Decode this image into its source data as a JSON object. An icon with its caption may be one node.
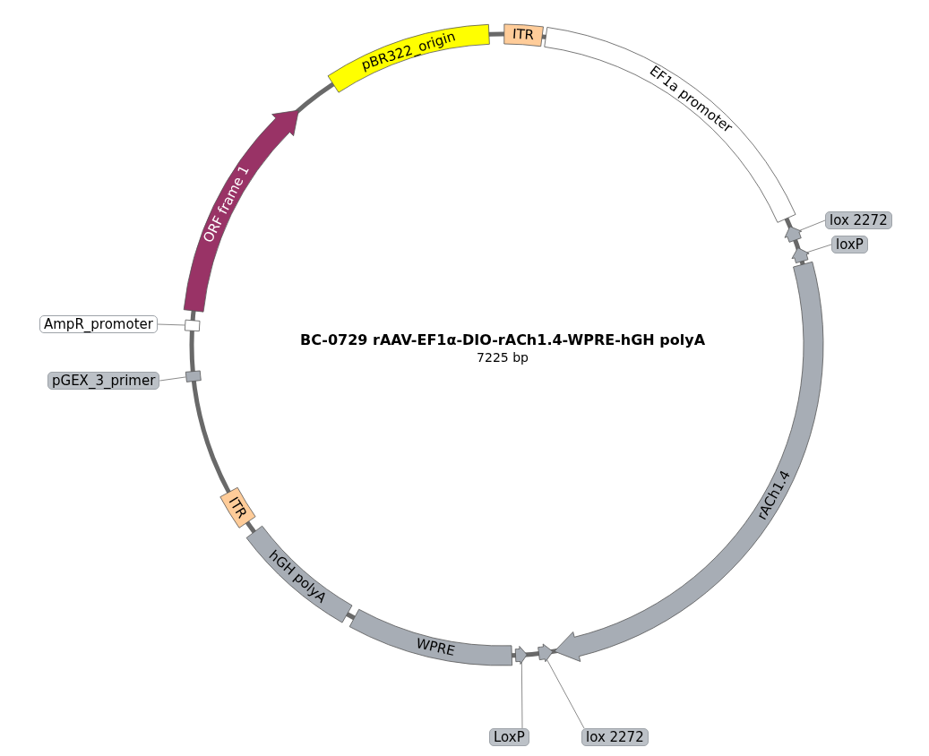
{
  "diagram": {
    "title": "BC-0729 rAAV-EF1α-DIO-rACh1.4-WPRE-hGH polyA",
    "nodes": [
      {
        "text": [
          "pBR322_origin"
        ]
      },
      {
        "text": [
          "ITR"
        ]
      },
      {
        "text": [
          "EF1a promoter"
        ]
      },
      {
        "text": [
          "lox 2272"
        ]
      },
      {
        "text": [],
        "shape": "arrow"
      },
      {
        "text": [
          "loxP"
        ]
      },
      {
        "text": [],
        "shape": "arrow"
      },
      {
        "text": [
          "ORF frame 1"
        ]
      },
      {
        "text": [
          "AmpR_promoter"
        ]
      },
      {
        "text": [],
        "shape": "box"
      },
      {
        "text": [
          "pGEX_3_primer"
        ]
      },
      {
        "text": [],
        "shape": "box"
      },
      {
        "text": [
          "rACh1.4"
        ]
      },
      {
        "text": [
          "ITR"
        ]
      },
      {
        "text": [
          "hGH polyA"
        ]
      },
      {
        "text": [
          "WPRE"
        ]
      },
      {
        "text": [],
        "shape": "arrow"
      },
      {
        "text": [],
        "shape": "arrow"
      },
      {
        "text": [
          "LoxP"
        ]
      },
      {
        "text": [
          "lox 2272"
        ]
      }
    ],
    "edges": [
      {
        "from": 3,
        "to": 4,
        "arrow": "none"
      },
      {
        "from": 5,
        "to": 6,
        "arrow": "none"
      },
      {
        "from": 8,
        "to": 9,
        "arrow": "none"
      },
      {
        "from": 10,
        "to": 11,
        "arrow": "none"
      },
      {
        "from": 18,
        "to": 16,
        "arrow": "none"
      },
      {
        "from": 19,
        "to": 17,
        "arrow": "none"
      }
    ],
    "labels": [
      "7225 bp"
    ]
  }
}
